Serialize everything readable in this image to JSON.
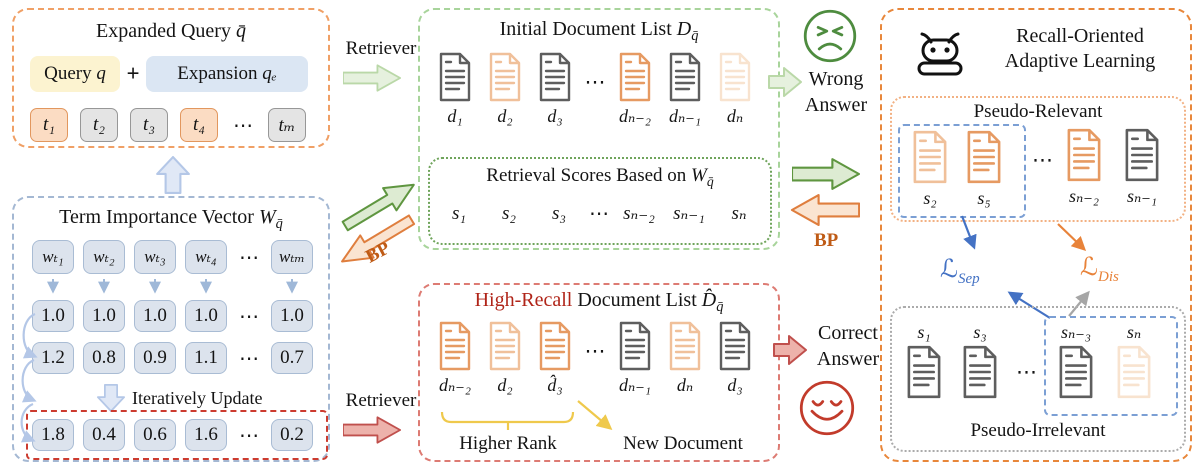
{
  "colors": {
    "expanded_query_border": "#F0A066",
    "term_box_border": "#A4B8D3",
    "initial_list_border": "#A8D49B",
    "scores_border": "#6FA45B",
    "high_recall_border": "#DD7B73",
    "right_panel_border": "#E8873B",
    "pseudo_relevant_border": "#F2B183",
    "pseudo_irrelevant_border": "#ABABAB",
    "blue_group_border": "#7B9FD4",
    "red_highlight_box": "#CC3B2F",
    "high_recall_text": "#B02418",
    "bp_text": "#BF5B16",
    "loss_sep": "#4472C4",
    "loss_dis": "#E8833A",
    "doc_gray": "#5E5E5E",
    "doc_orange_strong": "#E69A62",
    "doc_orange_light": "#F0C09A",
    "doc_orange_faded": "#F8E3CF",
    "arrow_green": "#5F9640",
    "arrow_orange": "#DF7E3E",
    "arrow_red": "#C0504D",
    "arrow_blue_light": "#B4C7E7",
    "bracket_yellow": "#EFC94C",
    "wrong_face_green": "#4E8C3F",
    "correct_face_red": "#C23B2B"
  },
  "icons": {
    "robot": "robot-icon",
    "wrong_answer_face": "sad-face-icon",
    "correct_answer_face": "smiley-face-icon",
    "document": "document-icon"
  },
  "eq": {
    "title_main": "Expanded Query ",
    "title_var": "q̄",
    "query_main": "Query ",
    "query_var": "q",
    "plus": "+",
    "expansion_main": "Expansion ",
    "expansion_var": "qₑ",
    "tokens": [
      {
        "label": "t₁",
        "style": "orange"
      },
      {
        "label": "t₂",
        "style": "gray"
      },
      {
        "label": "t₃",
        "style": "gray"
      },
      {
        "label": "t₄",
        "style": "orange"
      },
      {
        "label": "tₘ",
        "style": "gray"
      }
    ],
    "dots": "⋯"
  },
  "tv": {
    "title_main": "Term Importance Vector ",
    "title_var": "W",
    "title_sub": "q̄",
    "weights": [
      "wₜ₁",
      "wₜ₂",
      "wₜ₃",
      "wₜ₄",
      "wₜₘ"
    ],
    "dots": "⋯",
    "row1": [
      "1.0",
      "1.0",
      "1.0",
      "1.0",
      "1.0"
    ],
    "row2": [
      "1.2",
      "0.8",
      "0.9",
      "1.1",
      "0.7"
    ],
    "row3": [
      "1.8",
      "0.4",
      "0.6",
      "1.6",
      "0.2"
    ],
    "iterate": "Iteratively Update"
  },
  "conn": {
    "retriever_top": "Retriever",
    "retriever_bottom": "Retriever",
    "bp_left": "BP",
    "bp_right": "BP",
    "wrong1": "Wrong",
    "wrong2": "Answer",
    "correct1": "Correct",
    "correct2": "Answer"
  },
  "init": {
    "title_main": "Initial Document List ",
    "title_var": "D",
    "title_sub": "q̄",
    "docs": [
      {
        "label": "d₁",
        "tone": "gray"
      },
      {
        "label": "d₂",
        "tone": "light"
      },
      {
        "label": "d₃",
        "tone": "gray"
      },
      {
        "label": "dₙ₋₂",
        "tone": "strong"
      },
      {
        "label": "dₙ₋₁",
        "tone": "gray"
      },
      {
        "label": "dₙ",
        "tone": "faded"
      }
    ],
    "dots": "⋯"
  },
  "scores": {
    "title_main": "Retrieval Scores Based on ",
    "title_var": "W",
    "title_sub": "q̄",
    "values": [
      "s₁",
      "s₂",
      "s₃",
      "sₙ₋₂",
      "sₙ₋₁",
      "sₙ"
    ],
    "dots": "⋯"
  },
  "hr": {
    "title_hl": "High-Recall",
    "title_rest": " Document List ",
    "title_var": "D̂",
    "title_sub": "q̄",
    "docs": [
      {
        "label": "dₙ₋₂",
        "tone": "strong"
      },
      {
        "label": "d₂",
        "tone": "light"
      },
      {
        "label": "d̂₃",
        "tone": "strong"
      },
      {
        "label": "dₙ₋₁",
        "tone": "gray"
      },
      {
        "label": "dₙ",
        "tone": "light"
      },
      {
        "label": "d₃",
        "tone": "gray"
      }
    ],
    "dots": "⋯",
    "higher_rank": "Higher Rank",
    "new_document": "New Document"
  },
  "right": {
    "title1": "Recall-Oriented",
    "title2": "Adaptive Learning",
    "pr": {
      "title": "Pseudo-Relevant",
      "group": [
        {
          "label": "s₂",
          "tone": "light"
        },
        {
          "label": "s₅",
          "tone": "strong"
        }
      ],
      "dots": "⋯",
      "rest": [
        {
          "label": "sₙ₋₂",
          "tone": "strong"
        },
        {
          "label": "sₙ₋₁",
          "tone": "gray"
        }
      ]
    },
    "loss_sep_base": "ℒ",
    "loss_sep_sub": "Sep",
    "loss_dis_base": "ℒ",
    "loss_dis_sub": "Dis",
    "pi": {
      "title": "Pseudo-Irrelevant",
      "rest": [
        {
          "label": "s₁",
          "tone": "gray"
        },
        {
          "label": "s₃",
          "tone": "gray"
        }
      ],
      "dots": "⋯",
      "group": [
        {
          "label": "sₙ₋₃",
          "tone": "gray"
        },
        {
          "label": "sₙ",
          "tone": "faded"
        }
      ]
    }
  }
}
